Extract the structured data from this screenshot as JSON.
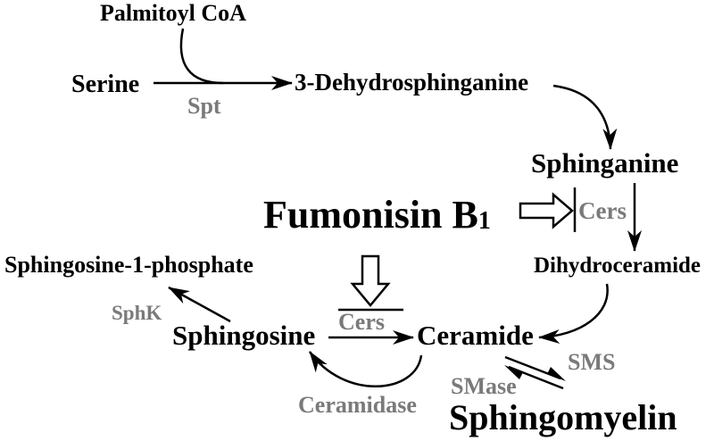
{
  "metabolites": {
    "palmitoyl_coa": "Palmitoyl CoA",
    "serine": "Serine",
    "dehydrosphinganine": "3-Dehydrosphinganine",
    "sphinganine": "Sphinganine",
    "dihydroceramide": "Dihydroceramide",
    "sphingosine_1_phosphate": "Sphingosine-1-phosphate",
    "sphingosine": "Sphingosine",
    "ceramide": "Ceramide",
    "sphingomyelin": "Sphingomyelin"
  },
  "enzymes": {
    "spt": "Spt",
    "cers_sphinganine": "Cers",
    "cers_sphingosine": "Cers",
    "sphk": "SphK",
    "ceramidase": "Ceramidase",
    "sms": "SMS",
    "smase": "SMase"
  },
  "inhibitor": {
    "name": "Fumonisin B",
    "subscript": "1"
  },
  "colors": {
    "metabolite_text": "#000000",
    "enzyme_text": "#7a7a7a",
    "arrow": "#000000",
    "background": "#ffffff"
  }
}
